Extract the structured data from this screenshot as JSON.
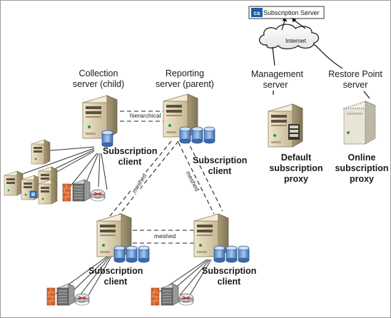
{
  "top": {
    "subscription_server": "Subscription Server",
    "ca_logo": "ca",
    "internet": "Internet",
    "management_server": [
      "Management",
      "server"
    ],
    "restore_point_server": [
      "Restore Point",
      "server"
    ],
    "default_proxy": [
      "Default",
      "subscription",
      "proxy"
    ],
    "online_proxy": [
      "Online",
      "subscription",
      "proxy"
    ]
  },
  "left": {
    "collection_server": [
      "Collection",
      "server (child)"
    ],
    "reporting_server": [
      "Reporting",
      "server (parent)"
    ],
    "hierarchical": "hierarchical",
    "subscription_client_1": [
      "Subscription",
      "client"
    ],
    "subscription_client_2": [
      "Subscription",
      "client"
    ],
    "meshed_left": "meshed",
    "meshed_right": "meshed",
    "meshed_bottom": "meshed",
    "subscription_client_3": [
      "Subscription",
      "client"
    ],
    "subscription_client_4": [
      "Subscription",
      "client"
    ]
  }
}
